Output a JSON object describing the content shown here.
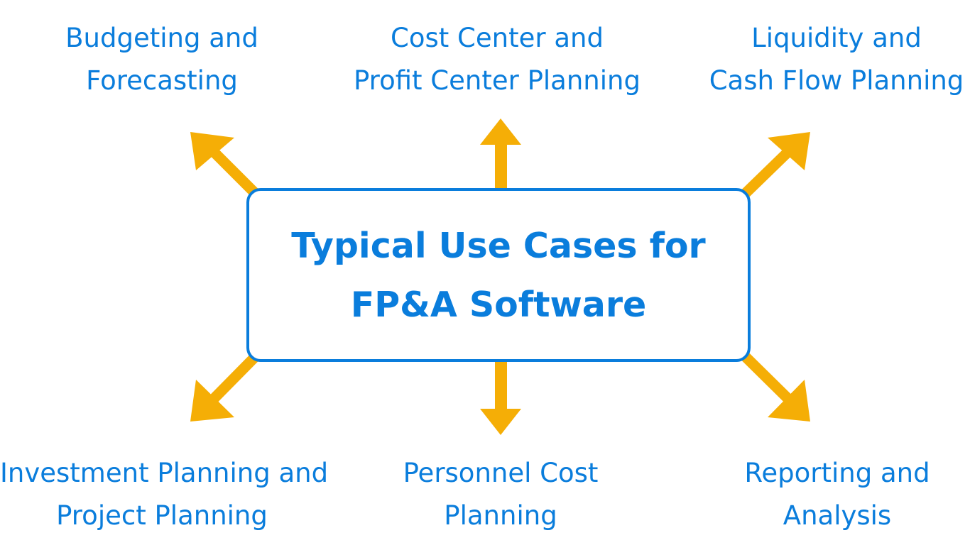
{
  "diagram": {
    "center": {
      "line1": "Typical Use Cases for",
      "line2": "FP&A Software"
    },
    "use_cases": {
      "budgeting": {
        "line1": "Budgeting and",
        "line2": "Forecasting"
      },
      "cost_center": {
        "line1": "Cost Center and",
        "line2": "Profit Center Planning"
      },
      "liquidity": {
        "line1": "Liquidity and",
        "line2": "Cash Flow Planning"
      },
      "investment": {
        "line1": "Investment Planning and",
        "line2": "Project Planning"
      },
      "personnel": {
        "line1": "Personnel Cost",
        "line2": "Planning"
      },
      "reporting": {
        "line1": "Reporting and",
        "line2": "Analysis"
      }
    },
    "colors": {
      "text": "#0a7ddc",
      "border": "#0a7ddc",
      "arrow": "#f5ae06"
    }
  }
}
